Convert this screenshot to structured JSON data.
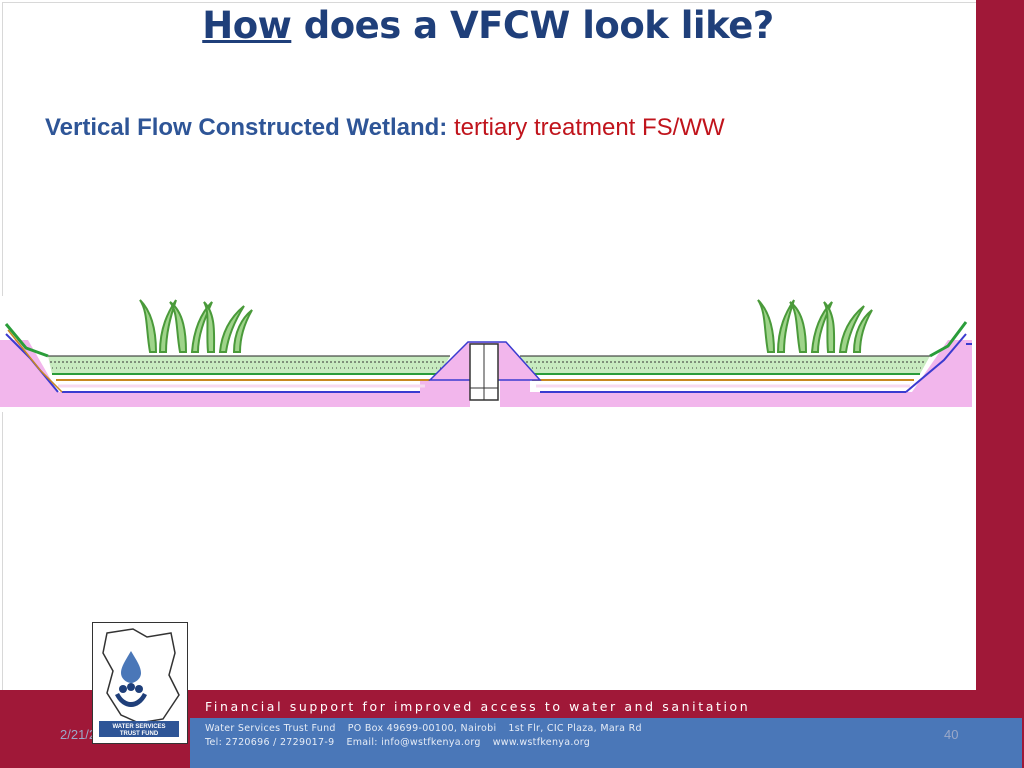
{
  "title": {
    "underlined": "How",
    "rest": "does a VFCW look like?"
  },
  "subtitle": {
    "bold": "Vertical Flow Constructed Wetland:",
    "normal": "tertiary treatment FS/WW"
  },
  "footer": {
    "tagline": "Financial support for improved access to water and sanitation",
    "line1": [
      "Water Services Trust Fund",
      "PO Box 49699-00100, Nairobi",
      "1st Flr, CIC Plaza, Mara Rd"
    ],
    "line2": [
      "Tel: 2720696 / 2729017-9",
      "Email: info@wstfkenya.org",
      "www.wstfkenya.org"
    ],
    "date": "2/21/2020",
    "page_number": "40"
  },
  "logo": {
    "text": [
      "WATER SERVICES",
      "TRUST FUND"
    ]
  },
  "colors": {
    "title": "#1f3f7a",
    "subtitle_bold": "#2e5597",
    "subtitle_red": "#c0141c",
    "band": "#a01838",
    "footer_panel": "#4a77b8"
  }
}
